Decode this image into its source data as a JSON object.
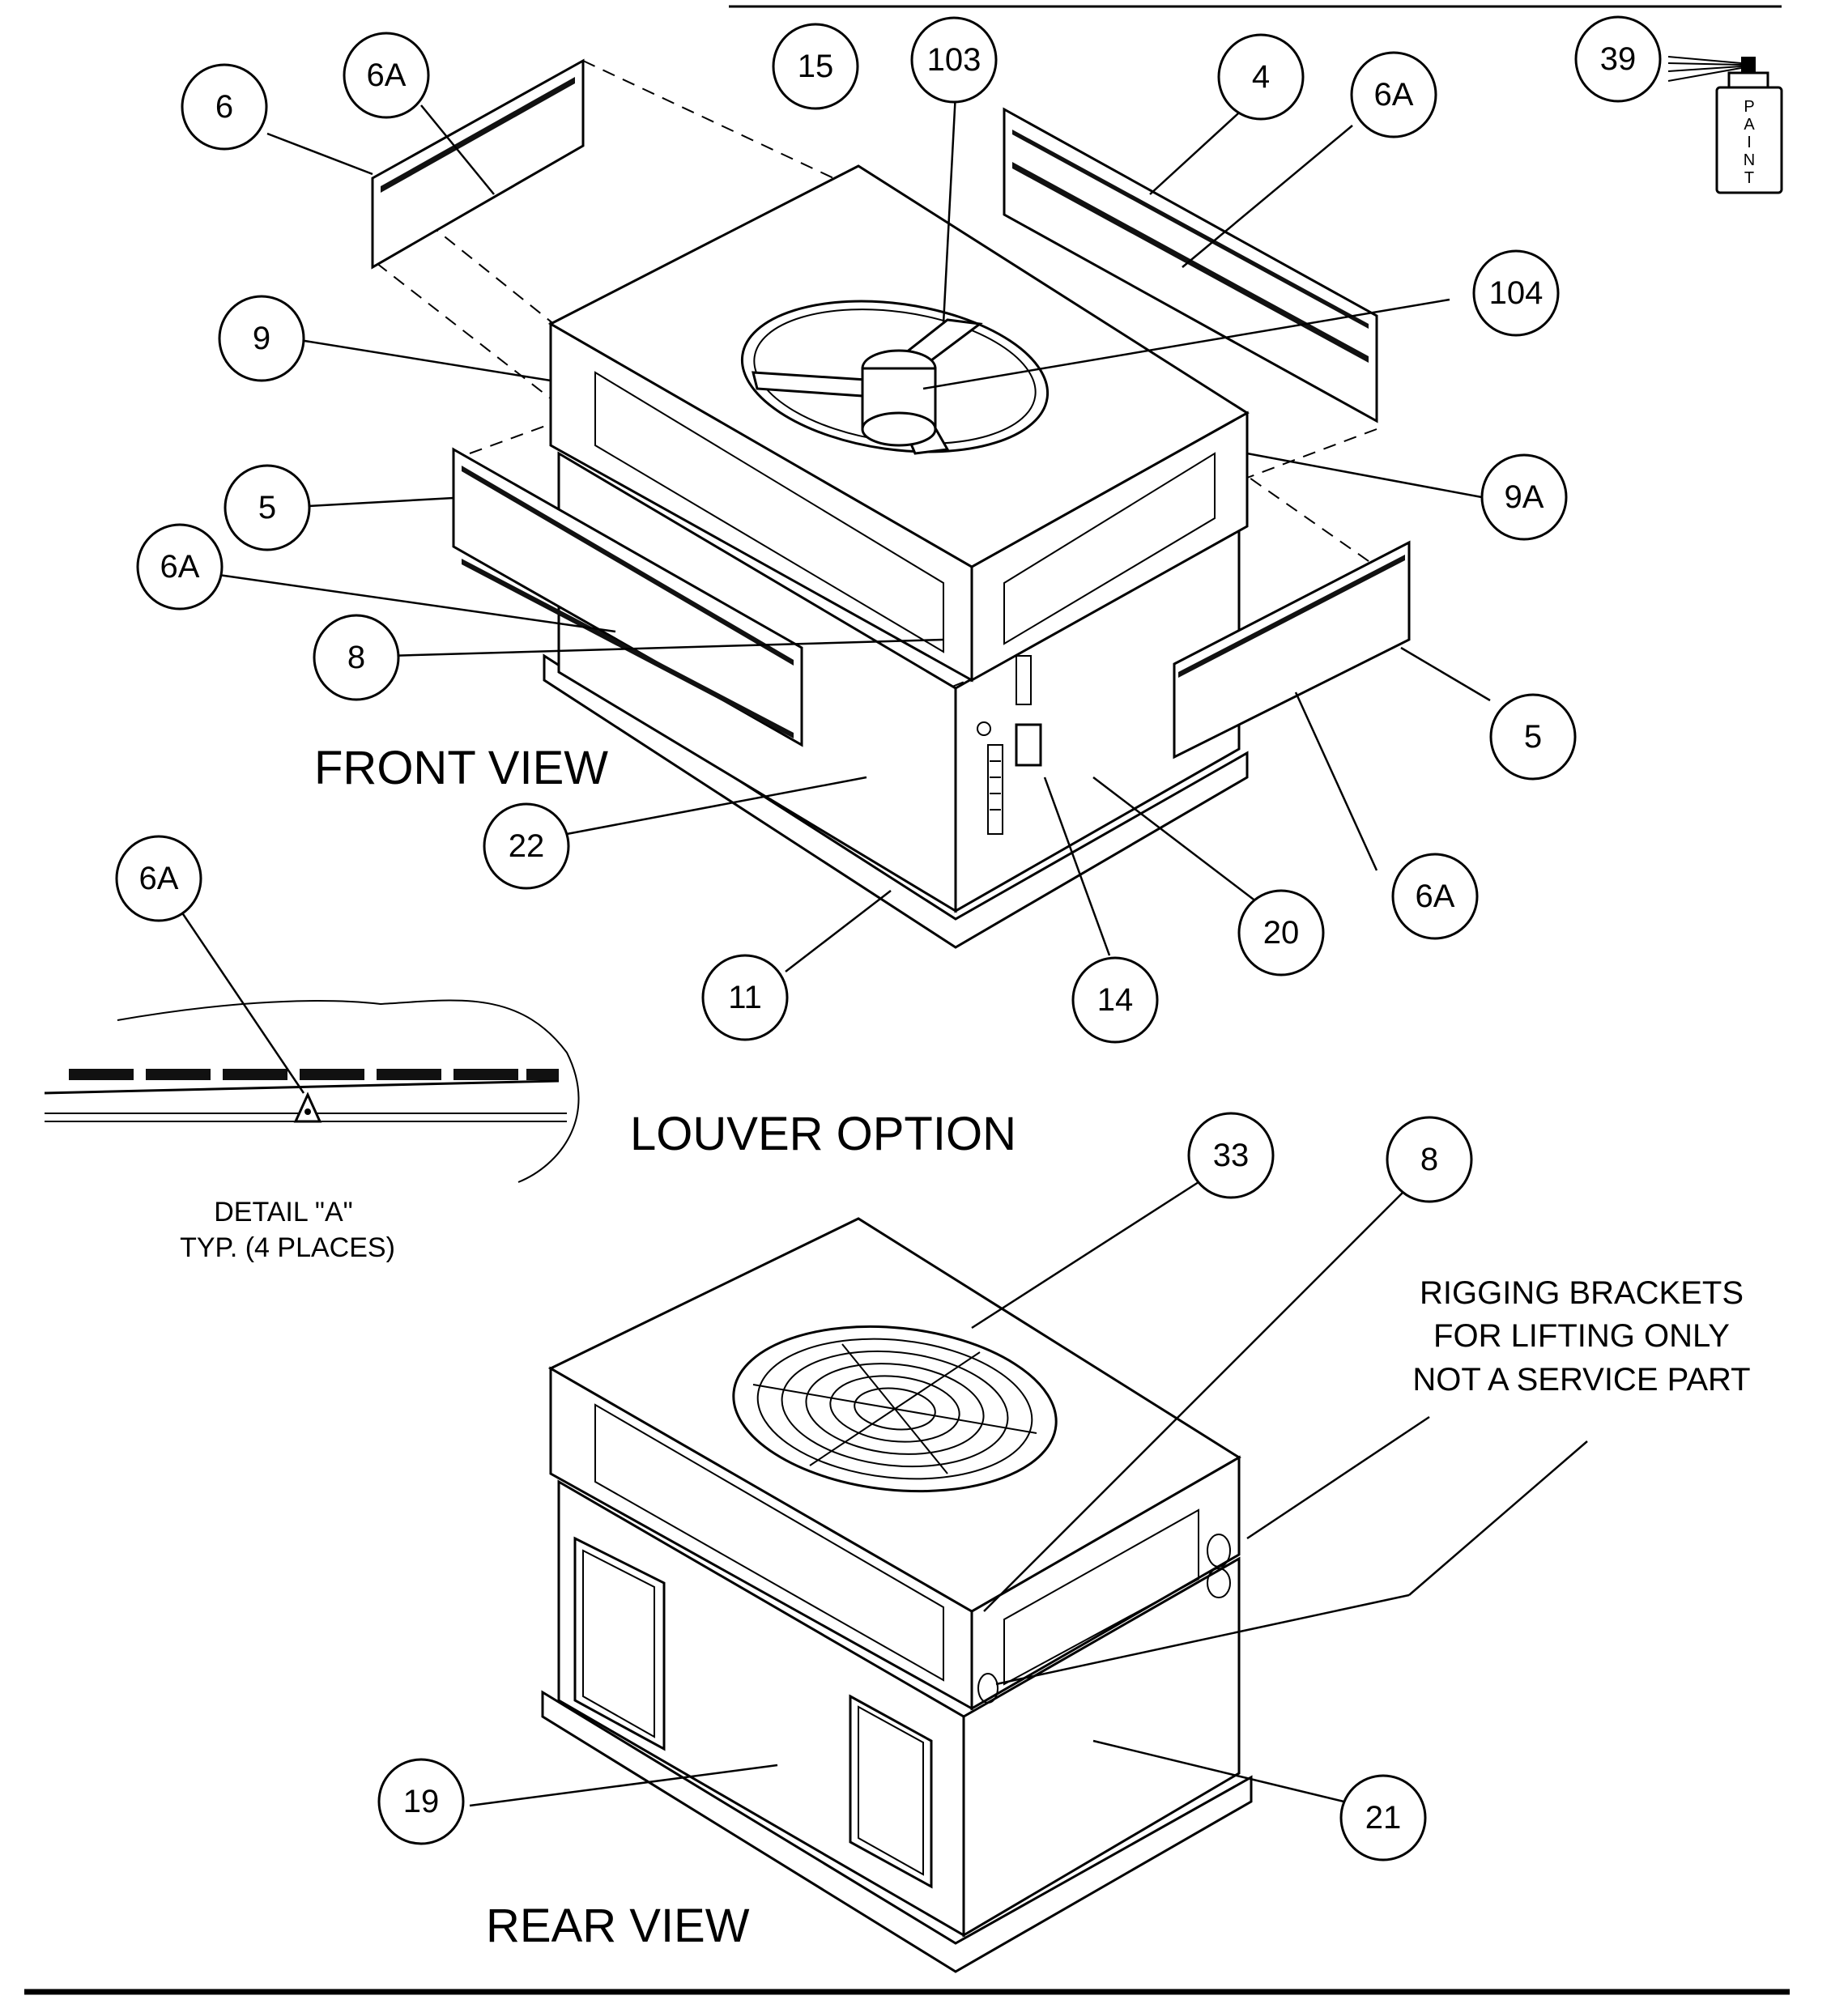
{
  "callouts": {
    "c6": "6",
    "c6a_top_left": "6A",
    "c15": "15",
    "c103": "103",
    "c4": "4",
    "c6a_top_right": "6A",
    "c39": "39",
    "c104": "104",
    "c9": "9",
    "c9a": "9A",
    "c5_left": "5",
    "c6a_left": "6A",
    "c8_front": "8",
    "c5_right": "5",
    "c6a_right": "6A",
    "c22": "22",
    "c20": "20",
    "c14": "14",
    "c11": "11",
    "c6a_detail": "6A",
    "c33": "33",
    "c8_rear": "8",
    "c19": "19",
    "c21": "21"
  },
  "labels": {
    "front_view": "FRONT VIEW",
    "louver_option": "LOUVER OPTION",
    "detail_a": "DETAIL \"A\"",
    "typ_places": "TYP. (4 PLACES)",
    "rigging_line1": "RIGGING BRACKETS",
    "rigging_line2": "FOR LIFTING ONLY",
    "rigging_line3": "NOT A SERVICE PART",
    "rear_view": "REAR VIEW",
    "paint_letters": [
      "P",
      "A",
      "I",
      "N",
      "T"
    ]
  },
  "icons": {
    "paint_can": "paint-spray-can-icon"
  }
}
